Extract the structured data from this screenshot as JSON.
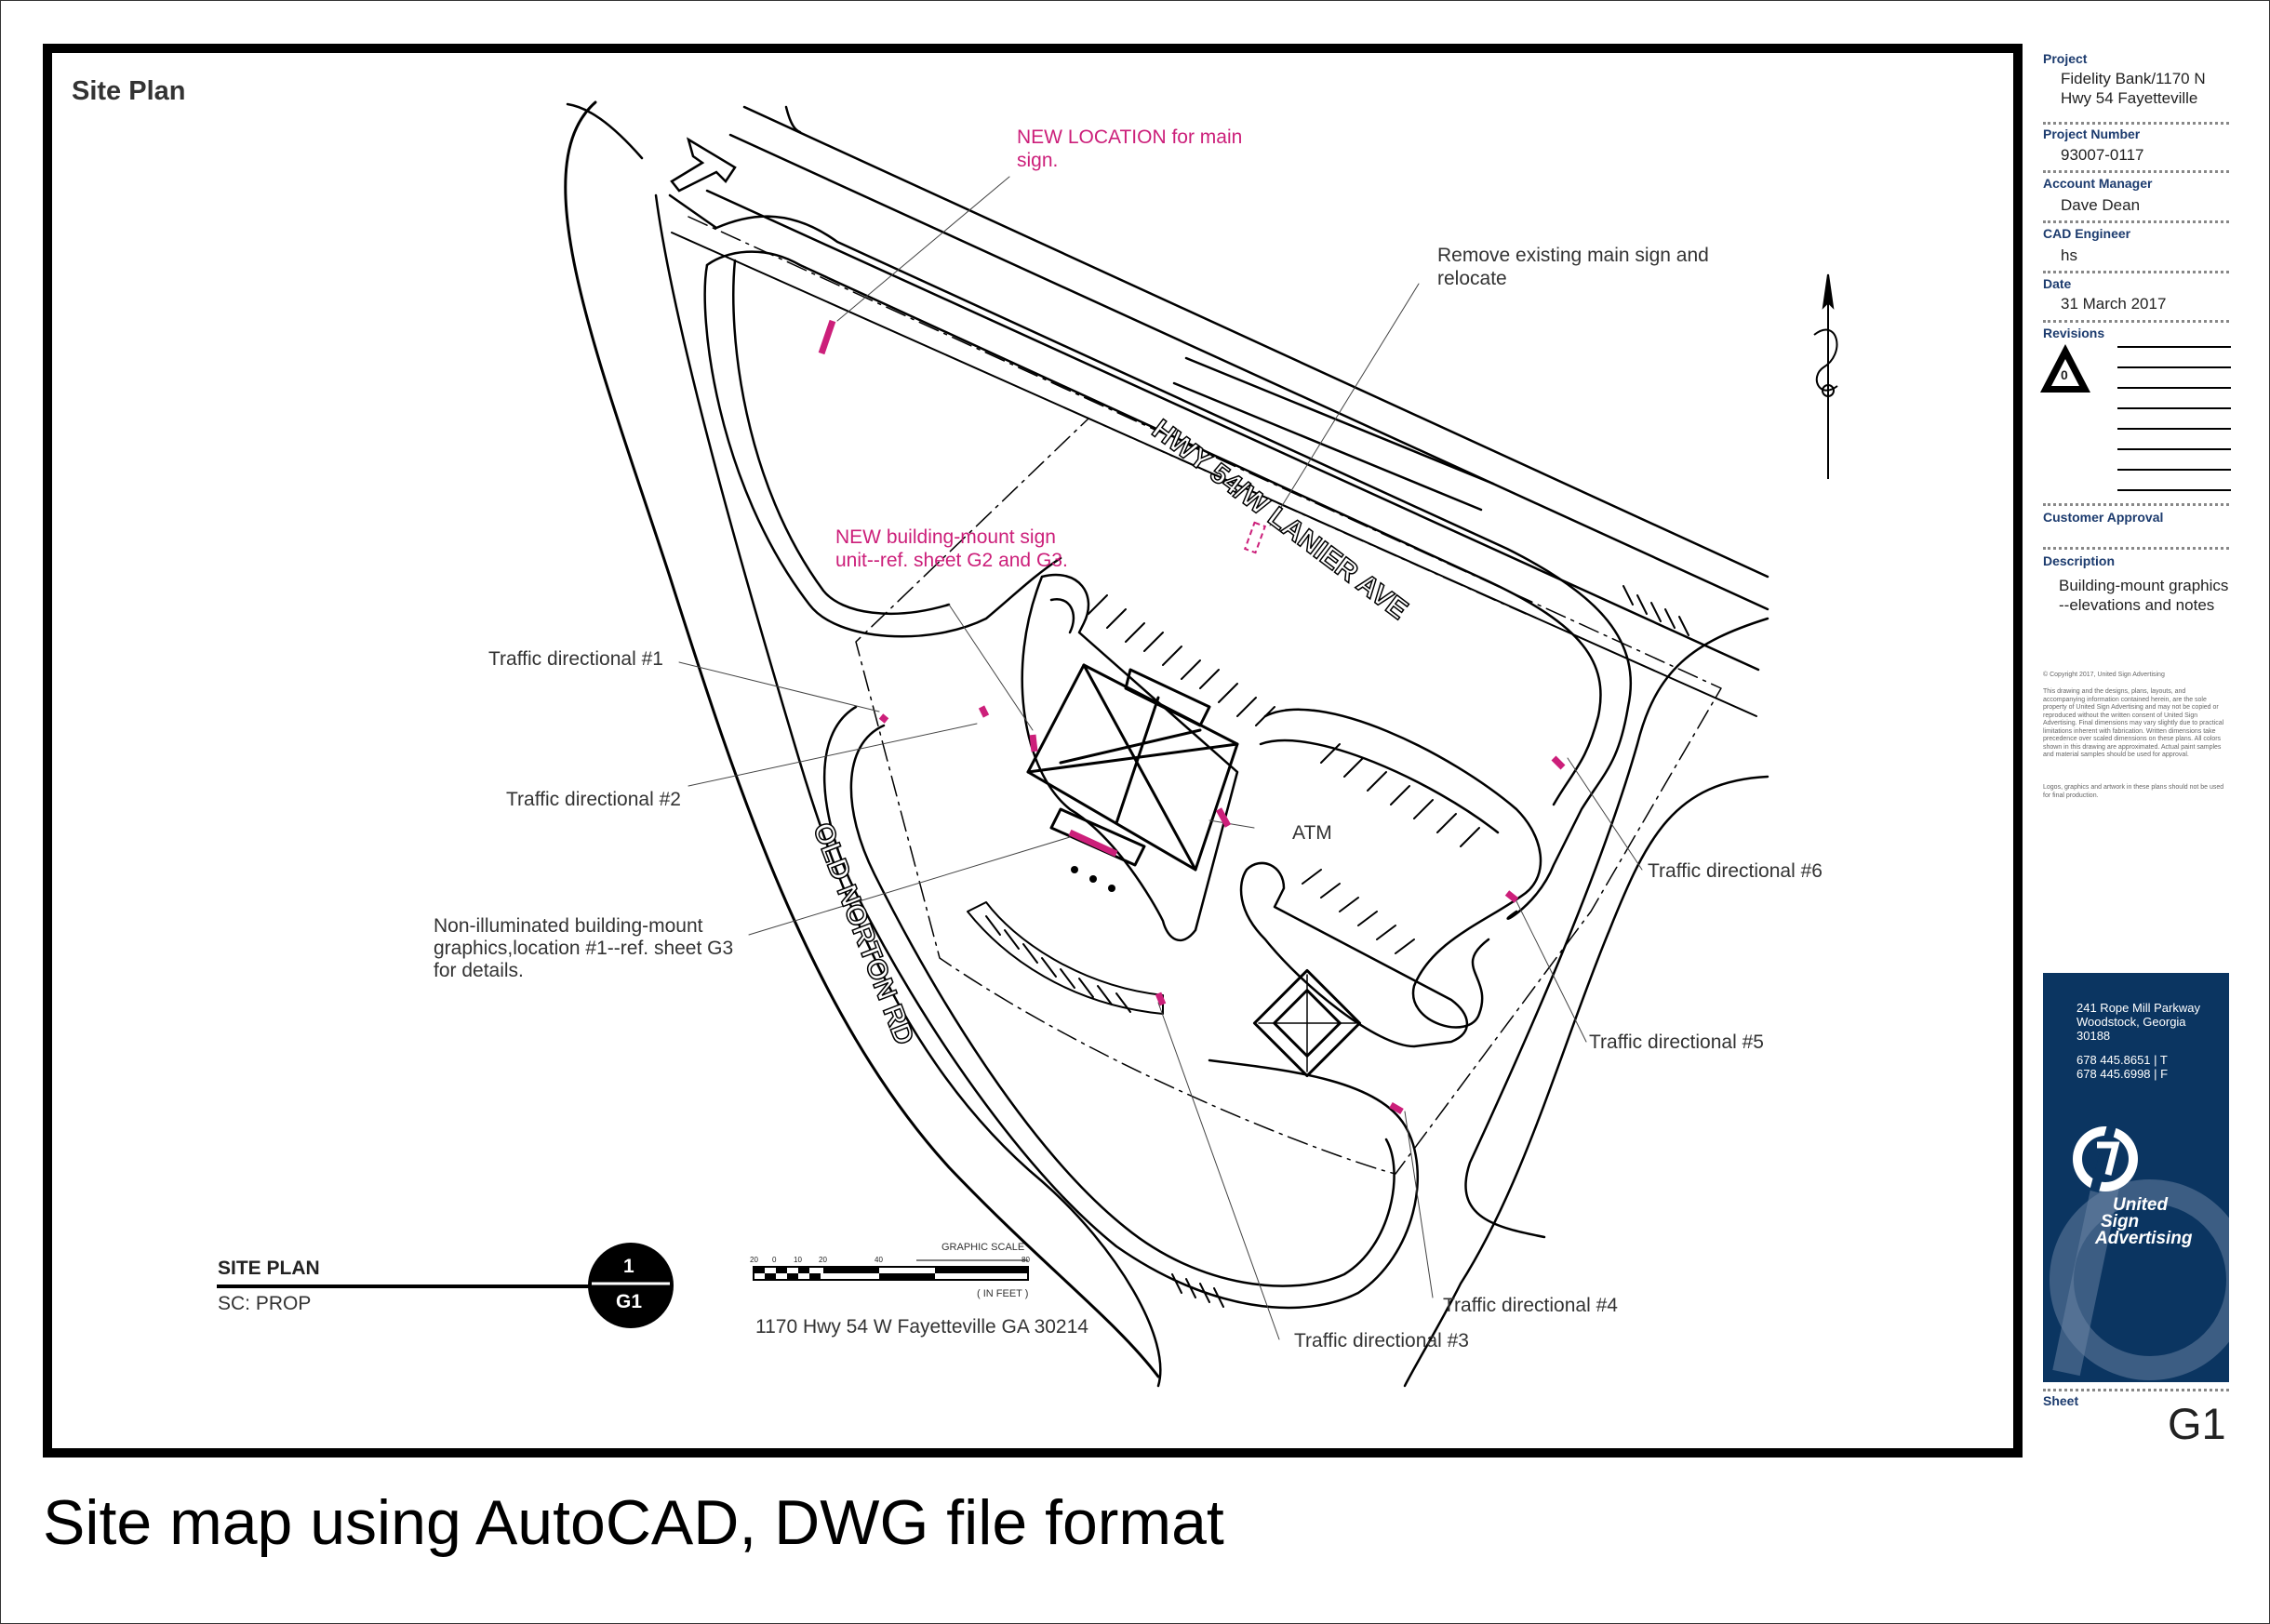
{
  "sheet_title": "Site Plan",
  "annotations": {
    "new_location": "NEW LOCATION for main sign.",
    "remove_existing": "Remove existing main sign and relocate",
    "new_building_mount": "NEW building-mount sign unit--ref. sheet G2 and G3.",
    "traffic_1": "Traffic directional #1",
    "traffic_2": "Traffic directional #2",
    "traffic_3": "Traffic directional #3",
    "traffic_4": "Traffic directional #4",
    "traffic_5": "Traffic directional #5",
    "traffic_6": "Traffic directional #6",
    "atm": "ATM",
    "non_illuminated": "Non-illuminated building-mount graphics,location #1--ref. sheet G3 for details."
  },
  "streets": {
    "hwy": "HWY 54/W LANIER AVE",
    "old_norton": "OLD NORTON RD"
  },
  "legend": {
    "title": "SITE PLAN",
    "scale": "SC: PROP",
    "bubble_top": "1",
    "bubble_bottom": "G1",
    "address": "1170 Hwy 54 W Fayetteville GA 30214"
  },
  "graphic_scale": {
    "title": "GRAPHIC SCALE",
    "units": "( IN FEET )",
    "ticks": [
      "20",
      "0",
      "10",
      "20",
      "40",
      "80"
    ]
  },
  "title_block": {
    "project_label": "Project",
    "project_value_1": "Fidelity Bank/1170 N",
    "project_value_2": "Hwy 54 Fayetteville",
    "project_number_label": "Project Number",
    "project_number_value": "93007-0117",
    "account_manager_label": "Account Manager",
    "account_manager_value": "Dave Dean",
    "cad_engineer_label": "CAD Engineer",
    "cad_engineer_value": "hs",
    "date_label": "Date",
    "date_value": "31 March 2017",
    "revisions_label": "Revisions",
    "revision_number": "0",
    "customer_approval_label": "Customer Approval",
    "description_label": "Description",
    "description_value_1": "Building-mount graphics",
    "description_value_2": "--elevations and notes",
    "copyright": "© Copyright 2017, United Sign Advertising",
    "disclaimer": "This drawing and the designs, plans, layouts, and accompanying information contained herein, are the sole property of United Sign Advertising and may not be copied or reproduced without the written consent of United Sign Advertising. Final dimensions may vary slightly due to practical limitations inherent with fabrication. Written dimensions take precedence over scaled dimensions on these plans. All colors shown in this drawing are approximated. Actual paint samples and material samples should be used for approval.",
    "logos_note": "Logos, graphics and artwork in these plans should not be used for final production.",
    "sheet_label": "Sheet",
    "sheet_value": "G1"
  },
  "company": {
    "address_1": "241 Rope Mill Parkway",
    "address_2": "Woodstock, Georgia",
    "address_3": "30188",
    "phone": "678  445.8651 | T",
    "fax": "678  445.6998 | F",
    "name_1": "United",
    "name_2": "Sign",
    "name_3": "Advertising"
  },
  "caption": "Site map using AutoCAD, DWG file format",
  "colors": {
    "magenta": "#cc1f7a",
    "navy": "#0b3561",
    "label_blue": "#1c3b6e"
  },
  "icons": {
    "north_arrow": "north-arrow-icon",
    "revision": "revision-triangle-icon",
    "logo": "united-sign-logo-icon"
  }
}
